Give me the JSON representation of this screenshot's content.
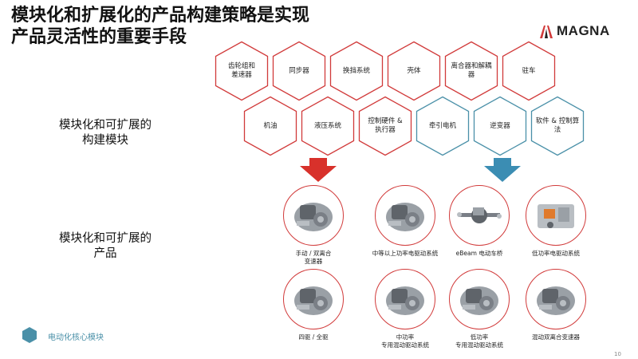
{
  "slide": {
    "title_line1": "模块化和扩展化的产品构建策略是实现",
    "title_line2": "产品灵活性的重要手段",
    "brand": "MAGNA",
    "page_number": "10",
    "legend_text": "电动化核心模块"
  },
  "labels": {
    "modules_line1": "模块化和可扩展的",
    "modules_line2": "构建模块",
    "products_line1": "模块化和可扩展的",
    "products_line2": "产品"
  },
  "hex_row1": [
    {
      "l1": "齿轮组和",
      "l2": "差速器"
    },
    {
      "l1": "同步器",
      "l2": ""
    },
    {
      "l1": "换挡系统",
      "l2": ""
    },
    {
      "l1": "壳体",
      "l2": ""
    },
    {
      "l1": "离合器和解耦器",
      "l2": ""
    },
    {
      "l1": "驻车",
      "l2": ""
    }
  ],
  "hex_row2": [
    {
      "l1": "机油",
      "l2": "",
      "type": "red"
    },
    {
      "l1": "液压系统",
      "l2": "",
      "type": "red"
    },
    {
      "l1": "控制硬件 &",
      "l2": "执行器",
      "type": "red"
    },
    {
      "l1": "牵引电机",
      "l2": "",
      "type": "blue"
    },
    {
      "l1": "逆变器",
      "l2": "",
      "type": "blue"
    },
    {
      "l1": "软件 & 控制算",
      "l2": "法",
      "type": "blue"
    }
  ],
  "products_row1": [
    {
      "l1": "手动 / 双离合",
      "l2": "变速器"
    },
    {
      "l1": "中等以上功率电驱动系统",
      "l2": ""
    },
    {
      "l1": "eBeam 电动车桥",
      "l2": ""
    },
    {
      "l1": "低功率电驱动系统",
      "l2": ""
    }
  ],
  "products_row2": [
    {
      "l1": "四驱 / 全驱",
      "l2": ""
    },
    {
      "l1": "中功率",
      "l2": "专用混动驱动系统"
    },
    {
      "l1": "低功率",
      "l2": "专用混动驱动系统"
    },
    {
      "l1": "混动双离合变速器",
      "l2": ""
    }
  ],
  "colors": {
    "red": "#d13a3a",
    "blue": "#4a90a8",
    "arrow_red": "#d8312b",
    "arrow_blue": "#3b8db3"
  }
}
